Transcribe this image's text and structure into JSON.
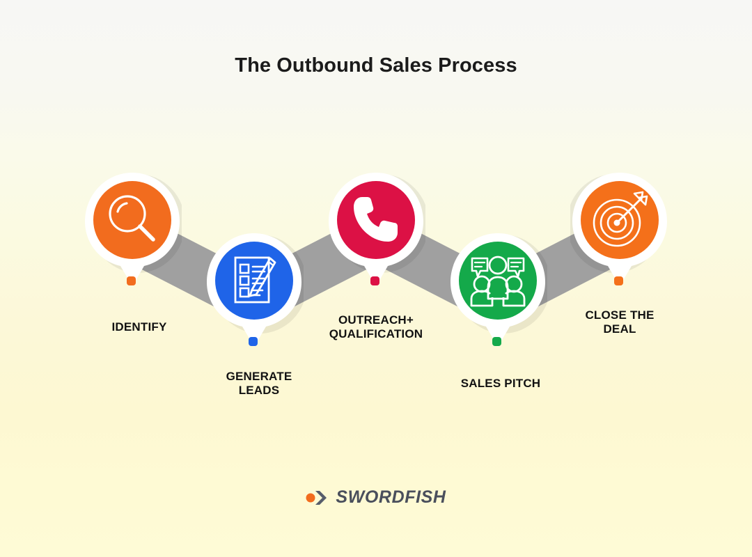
{
  "page": {
    "title": "The Outbound Sales Process",
    "background_top_color": "#f7f7f5",
    "background_bottom_color": "#fefbd6",
    "ribbon_color": "#a0a0a0",
    "pin_outline_color": "#ffffff",
    "label_color": "#121212"
  },
  "steps": [
    {
      "index": 1,
      "label": "IDENTIFY",
      "icon": "magnifier-icon",
      "color": "#F26C1E",
      "dot_color": "#F26C1E",
      "row": "top"
    },
    {
      "index": 2,
      "label": "GENERATE\nLEADS",
      "icon": "checklist-pen-icon",
      "color": "#1F64E8",
      "dot_color": "#1F64E8",
      "row": "bottom"
    },
    {
      "index": 3,
      "label": "OUTREACH+\nQUALIFICATION",
      "icon": "phone-handset-icon",
      "color": "#DC1145",
      "dot_color": "#DC1145",
      "row": "top"
    },
    {
      "index": 4,
      "label": "SALES PITCH",
      "icon": "group-discussion-icon",
      "color": "#14A94A",
      "dot_color": "#14A94A",
      "row": "bottom"
    },
    {
      "index": 5,
      "label": "CLOSE THE\nDEAL",
      "icon": "target-arrow-icon",
      "color": "#F4701A",
      "dot_color": "#F4701A",
      "row": "top"
    }
  ],
  "logo": {
    "name": "SWORDFISH",
    "mark_dot_color": "#F26C1E",
    "mark_chevron_color": "#565d6b",
    "text_color": "#4a4f5c"
  }
}
